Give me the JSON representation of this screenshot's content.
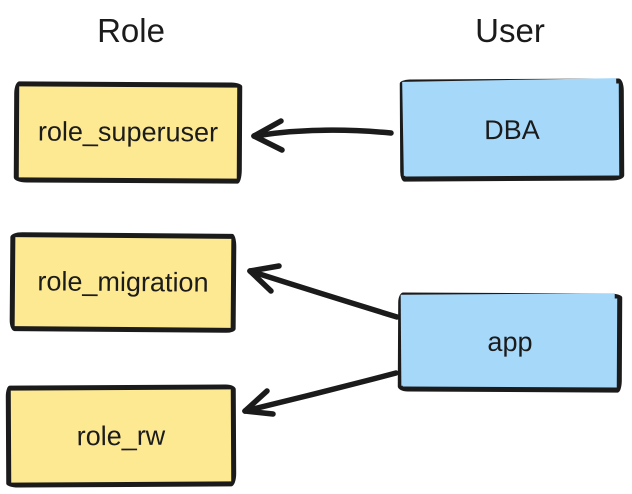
{
  "diagram": {
    "columns": [
      {
        "label": "Role"
      },
      {
        "label": "User"
      }
    ],
    "role_boxes": [
      {
        "label": "role_superuser"
      },
      {
        "label": "role_migration"
      },
      {
        "label": "role_rw"
      }
    ],
    "user_boxes": [
      {
        "label": "DBA"
      },
      {
        "label": "app"
      }
    ],
    "edges": [
      {
        "from": "DBA",
        "to": "role_superuser"
      },
      {
        "from": "app",
        "to": "role_migration"
      },
      {
        "from": "app",
        "to": "role_rw"
      }
    ],
    "colors": {
      "role_fill": "#fde992",
      "user_fill": "#a6d8fa",
      "stroke": "#1b1b1b",
      "canvas_bg": "#ffffff"
    }
  }
}
